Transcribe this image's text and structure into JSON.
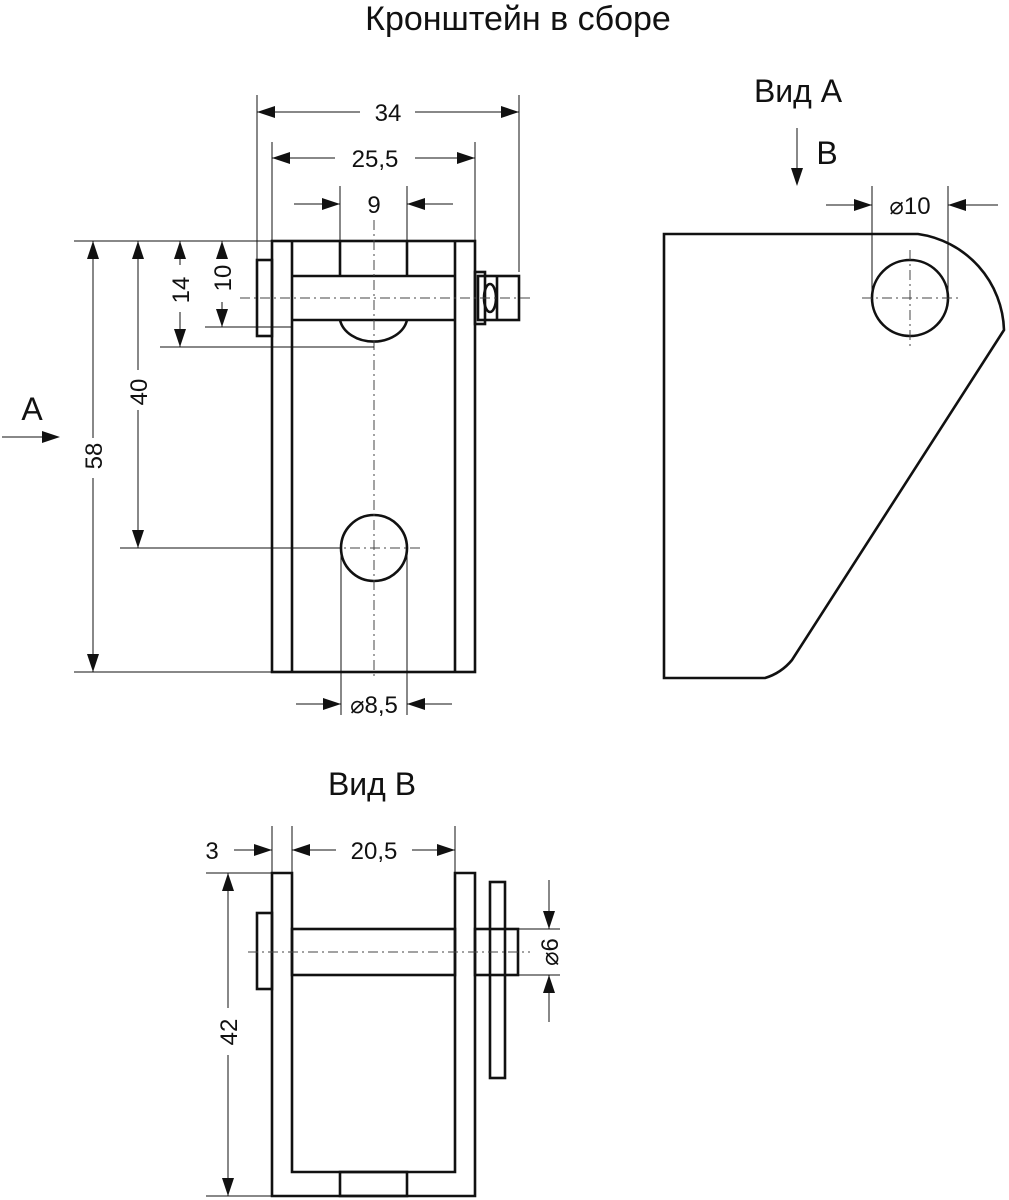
{
  "title": "Кронштейн в сборе",
  "views": {
    "main": {
      "dimensions": {
        "width_34": "34",
        "width_25_5": "25,5",
        "slot_9": "9",
        "hole_dia_8_5": "⌀8,5",
        "height_58": "58",
        "height_40": "40",
        "height_14": "14",
        "height_10": "10"
      },
      "view_arrow_label": "A"
    },
    "view_a": {
      "title": "Вид А",
      "view_arrow_label": "В",
      "dimensions": {
        "hole_dia_10": "⌀10"
      }
    },
    "view_b": {
      "title": "Вид В",
      "dimensions": {
        "wall_3": "3",
        "inner_20_5": "20,5",
        "pin_dia_6": "⌀6",
        "height_42": "42"
      }
    }
  }
}
